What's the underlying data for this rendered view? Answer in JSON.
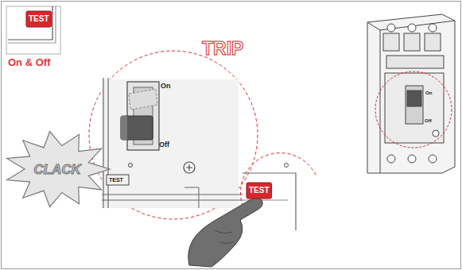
{
  "diagram": {
    "nodes": [
      {
        "text": [
          "TEST"
        ]
      },
      {
        "text": [
          "CLACK"
        ]
      },
      {
        "text": [
          "TEST"
        ]
      }
    ],
    "labels": [
      "On & Off",
      "TRIP",
      "On",
      "Off",
      "TEST",
      "On",
      "Off"
    ]
  }
}
